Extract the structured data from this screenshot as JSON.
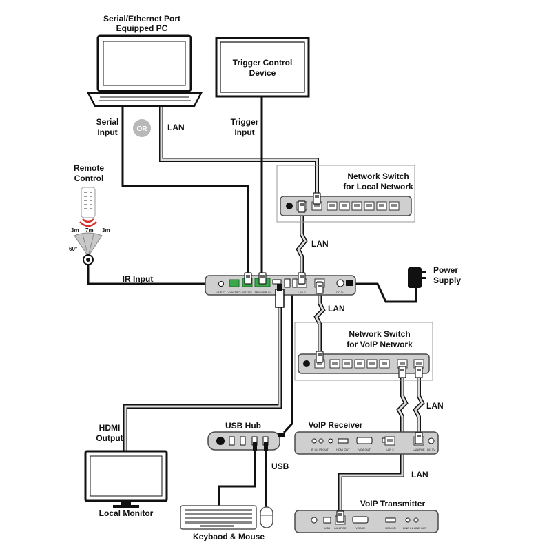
{
  "labels": {
    "pc_title_1": "Serial/Ethernet Port",
    "pc_title_2": "Equipped PC",
    "trigger_device_1": "Trigger Control",
    "trigger_device_2": "Device",
    "serial_input_1": "Serial",
    "serial_input_2": "Input",
    "or": "OR",
    "lan_pc": "LAN",
    "trigger_input_1": "Trigger",
    "trigger_input_2": "Input",
    "remote_control_1": "Remote",
    "remote_control_2": "Control",
    "range_left": "3m",
    "range_center": "7m",
    "range_right": "3m",
    "angle": "60°",
    "ir_input": "IR Input",
    "switch_local_1": "Network Switch",
    "switch_local_2": "for Local Network",
    "lan_switch_to_unit": "LAN",
    "power_supply_1": "Power",
    "power_supply_2": "Supply",
    "lan_unit_to_voip": "LAN",
    "switch_voip_1": "Network Switch",
    "switch_voip_2": "for VoIP Network",
    "lan_receiver": "LAN",
    "lan_transmitter": "LAN",
    "hdmi_output_1": "HDMI",
    "hdmi_output_2": "Output",
    "usb_hub": "USB Hub",
    "usb": "USB",
    "voip_receiver": "VoIP Receiver",
    "voip_transmitter": "VoIP Transmitter",
    "local_monitor": "Local Monitor",
    "keyboard_mouse": "Keybaod & Mouse"
  },
  "panel_labels": {
    "ir_ext": "IR EXT",
    "control": "CONTROL",
    "rs232": "RS-232",
    "trigger_in": "TRIGGER IN",
    "lan2": "LAN 2",
    "dc": "DC 5V",
    "rx_ir_in": "IR IN",
    "rx_ir_out": "IR OUT",
    "rx_hdmi_out": "HDMI OUT",
    "rx_vga_out": "VGA OUT",
    "rx_lan2": "LAN 2",
    "rx_lan_poe": "LAN/POE",
    "rx_dc": "DC 5V",
    "tx_usb": "USB",
    "tx_lan": "LAN/POE",
    "tx_vga_in": "VGA IN",
    "tx_hdmi_in": "HDMI IN",
    "tx_line_in": "LINE IN",
    "tx_line_out": "LINE OUT"
  },
  "colors": {
    "device_fill": "#cfcfcf",
    "device_stroke": "#4a4a4a",
    "terminal_green": "#3aa84a",
    "ir_red": "#d9302c",
    "cable_gray": "#bdbdbd",
    "line": "#111111"
  }
}
